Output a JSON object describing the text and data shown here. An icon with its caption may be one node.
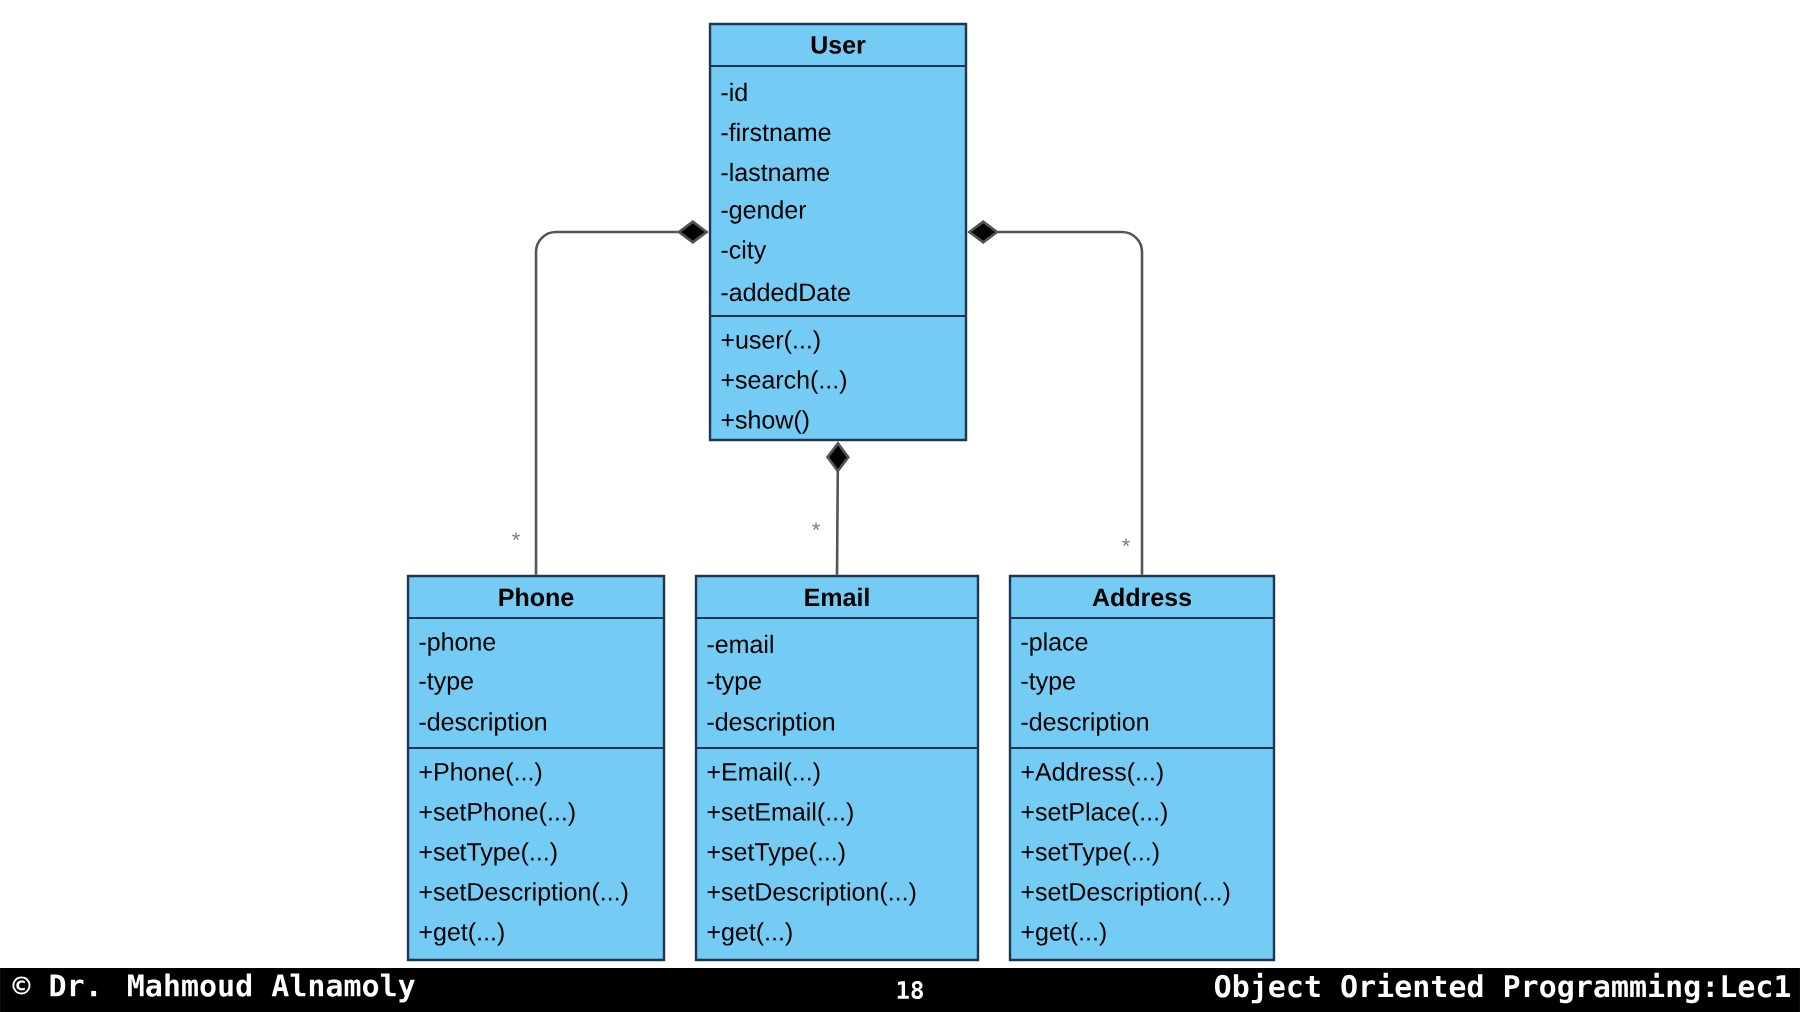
{
  "diagram": {
    "nodes": [
      {
        "text": [
          "User",
          "-id",
          "-firstname",
          "-lastname",
          "-gender",
          "-city",
          "-addedDate",
          "+user(...)",
          "+search(...)",
          "+show()"
        ]
      },
      {
        "text": [
          "Phone",
          "-phone",
          "-type",
          "-description",
          "+Phone(...)",
          "+setPhone(...)",
          "+setType(...)",
          "+setDescription(...)",
          "+get(...)"
        ]
      },
      {
        "text": [
          "Email",
          "-email",
          "-type",
          "-description",
          "+Email(...)",
          "+setEmail(...)",
          "+setType(...)",
          "+setDescription(...)",
          "+get(...)"
        ]
      },
      {
        "text": [
          "Address",
          "-place",
          "-type",
          "-description",
          "+Address(...)",
          "+setPlace(...)",
          "+setType(...)",
          "+setDescription(...)",
          "+get(...)"
        ]
      }
    ],
    "edges": [
      {
        "from": 0,
        "to": 1,
        "arrow": "other",
        "label": "*"
      },
      {
        "from": 0,
        "to": 2,
        "arrow": "other",
        "label": "*"
      },
      {
        "from": 0,
        "to": 3,
        "arrow": "other",
        "label": "*"
      }
    ],
    "labels": [
      "© Dr. Mahmoud Alnamoly",
      "18",
      "Object Oriented Programming:Lec1"
    ]
  }
}
